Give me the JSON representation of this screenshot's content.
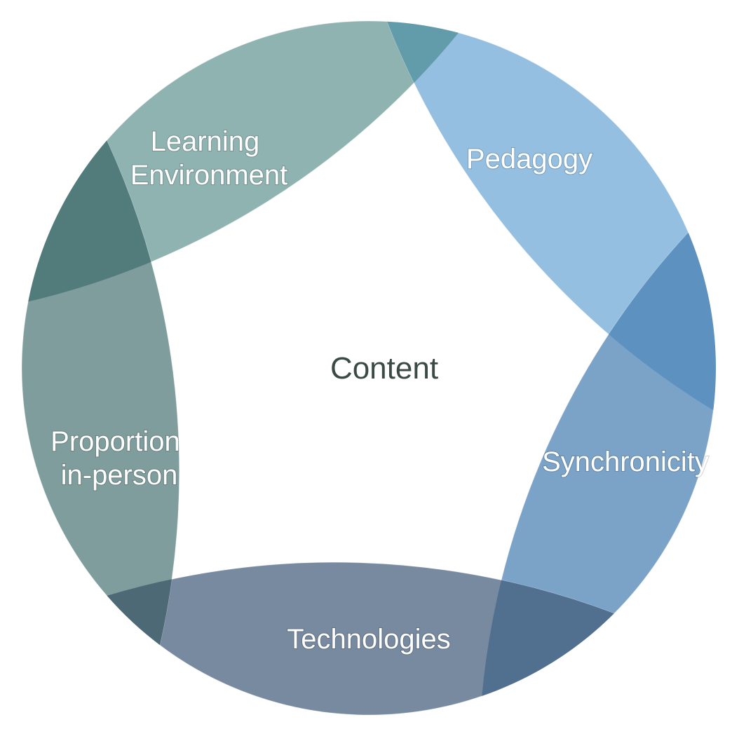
{
  "diagram": {
    "center_label": "Content",
    "petals": [
      {
        "id": "learning-environment",
        "lines": [
          "Learning",
          "Environment"
        ],
        "color": "#8fb3b1"
      },
      {
        "id": "pedagogy",
        "lines": [
          "Pedagogy"
        ],
        "color": "#94bfe0"
      },
      {
        "id": "synchronicity",
        "lines": [
          "Synchronicity"
        ],
        "color": "#7ba3c8"
      },
      {
        "id": "technologies",
        "lines": [
          "Technologies"
        ],
        "color": "#778aa0"
      },
      {
        "id": "proportion-in-person",
        "lines": [
          "Proportion",
          "in-person"
        ],
        "color": "#7f9d9c"
      }
    ],
    "overlap_colors": {
      "learning-pedagogy": "#5f9aa8",
      "pedagogy-synchronicity": "#5c90c0",
      "synchronicity-technologies": "#4f6f8f",
      "technologies-proportion": "#4a6673",
      "proportion-learning": "#4f7a79"
    }
  }
}
